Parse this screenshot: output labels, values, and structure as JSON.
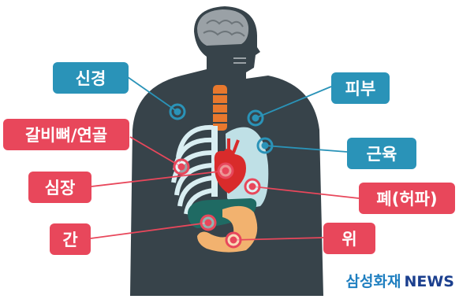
{
  "labels": {
    "nerve": "신경",
    "skin": "피부",
    "rib": "갈비뼈/연골",
    "muscle": "근육",
    "heart": "심장",
    "lung": "폐(허파)",
    "liver": "간",
    "stomach": "위"
  },
  "brand": {
    "name": "삼성화재",
    "news": "NEWS"
  },
  "colors": {
    "body": "#37434a",
    "blue_label": "#2a93b8",
    "red_label": "#e8475b",
    "spine": "#e8782d",
    "lung": "#bfe0e6",
    "heart": "#d92b2b",
    "liver": "#1f6a63",
    "stomach": "#f2b26f",
    "brain": "#9aa1a6"
  }
}
